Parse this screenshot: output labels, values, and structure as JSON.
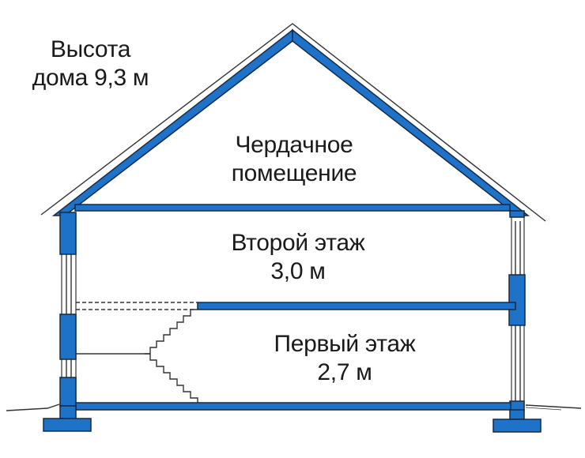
{
  "colors": {
    "structure_fill": "#1e73c8",
    "structure_outline": "#152a45",
    "line": "#333333",
    "background": "#ffffff"
  },
  "labels": {
    "house_height_line1": "Высота",
    "house_height_line2": "дома 9,3 м",
    "attic_line1": "Чердачное",
    "attic_line2": "помещение",
    "second_floor_line1": "Второй этаж",
    "second_floor_line2": "3,0 м",
    "first_floor_line1": "Первый этаж",
    "first_floor_line2": "2,7 м"
  }
}
